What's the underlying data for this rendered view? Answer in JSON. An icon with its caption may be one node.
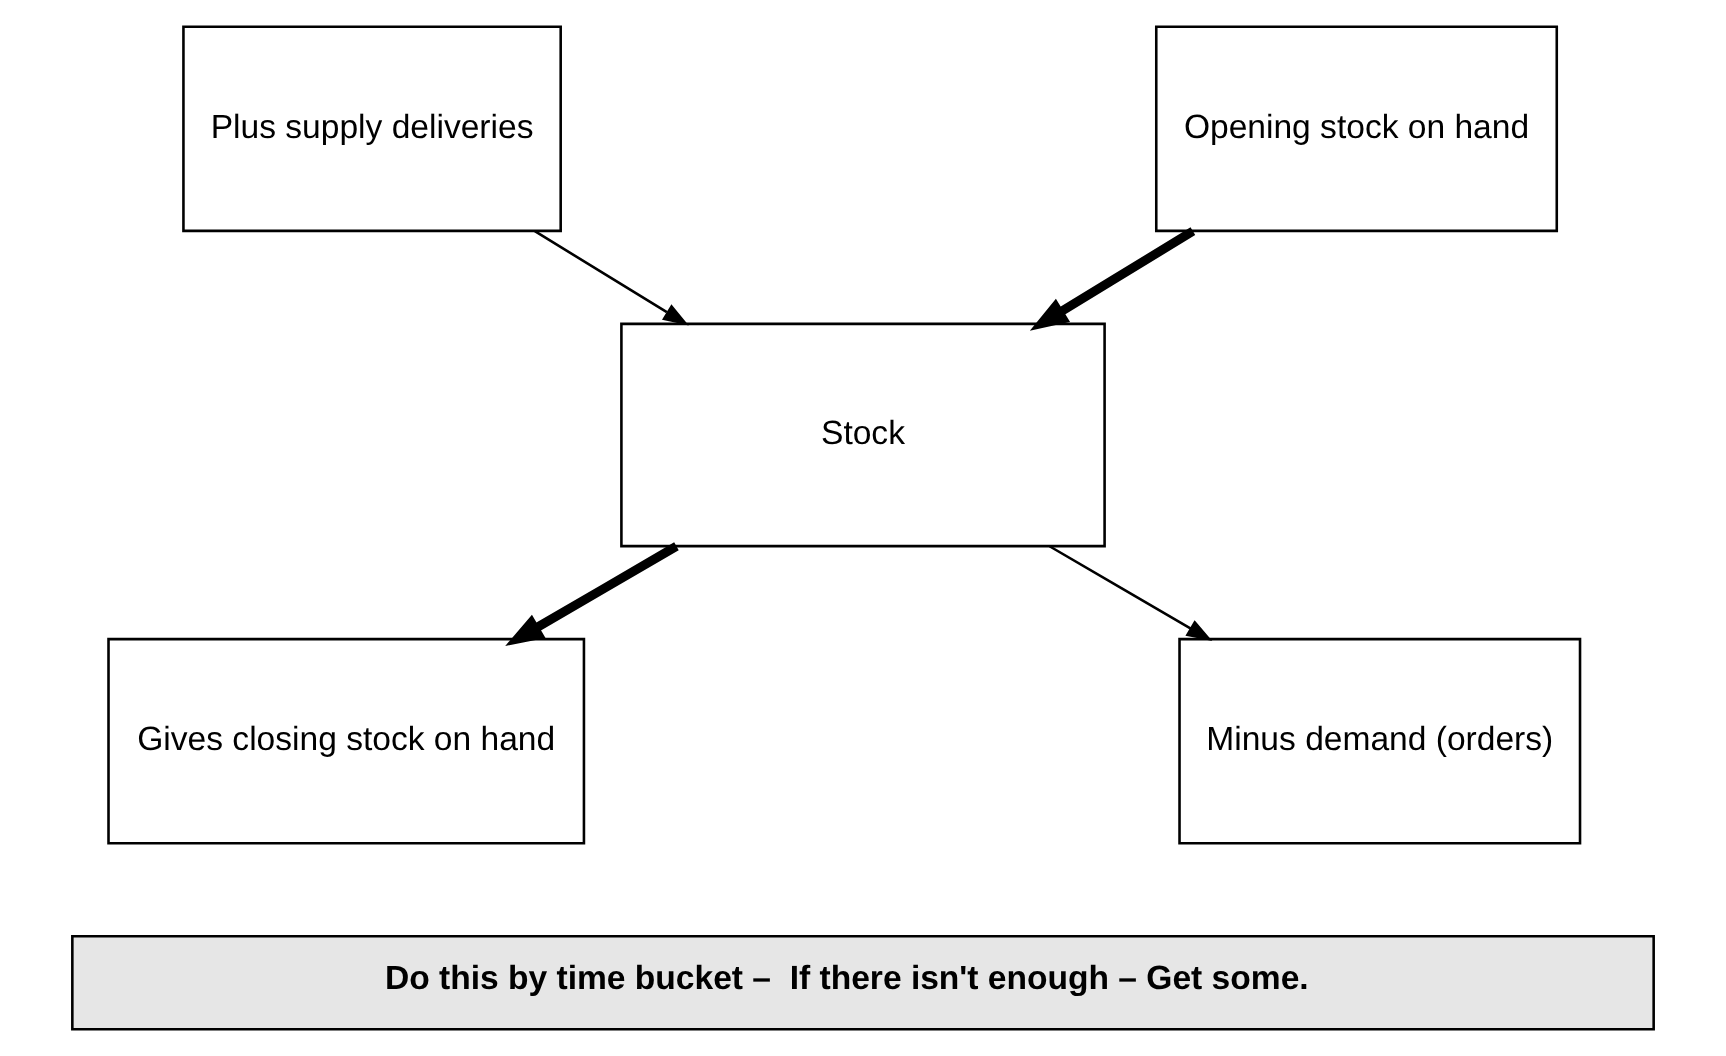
{
  "diagram": {
    "nodes": [
      {
        "text": [
          "Plus supply deliveries"
        ]
      },
      {
        "text": [
          "Opening stock on hand"
        ]
      },
      {
        "text": [
          "Stock"
        ]
      },
      {
        "text": [
          "Gives closing stock on hand"
        ]
      },
      {
        "text": [
          "Minus demand (orders)"
        ]
      },
      {
        "text": [
          "Do this by time bucket –  If there isn't enough – Get some."
        ]
      }
    ],
    "edges": [
      {
        "from": 0,
        "to": 2,
        "arrow": "to"
      },
      {
        "from": 1,
        "to": 2,
        "arrow": "to",
        "style": "thick"
      },
      {
        "from": 2,
        "to": 3,
        "arrow": "to",
        "style": "thick"
      },
      {
        "from": 2,
        "to": 4,
        "arrow": "to"
      }
    ]
  }
}
